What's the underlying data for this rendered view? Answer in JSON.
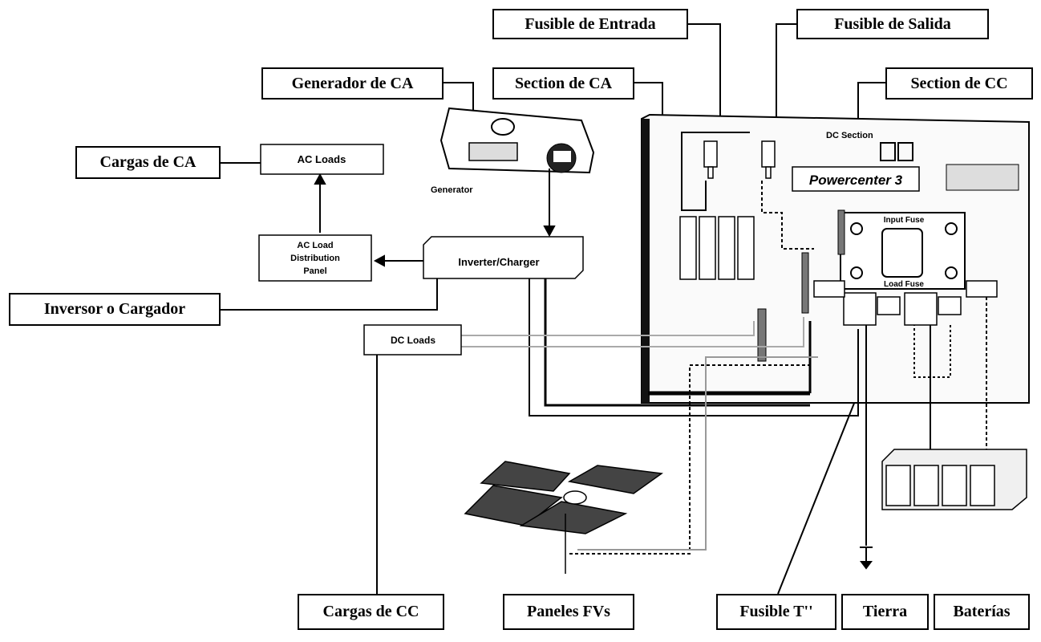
{
  "callouts": {
    "fusible_entrada": "Fusible de Entrada",
    "fusible_salida": "Fusible de Salida",
    "generador_ca": "Generador de CA",
    "section_ca": "Section de CA",
    "section_cc": "Section de CC",
    "cargas_ca": "Cargas de CA",
    "inversor_cargador": "Inversor o Cargador",
    "cargas_cc": "Cargas de CC",
    "paneles_fvs": "Paneles FVs",
    "fusible_t": "Fusible T''",
    "tierra": "Tierra",
    "baterias": "Baterías"
  },
  "components": {
    "ac_loads": "AC Loads",
    "ac_dist_1": "AC Load",
    "ac_dist_2": "Distribution",
    "ac_dist_3": "Panel",
    "inverter_charger": "Inverter/Charger",
    "dc_loads": "DC Loads",
    "generator": "Generator",
    "dc_section": "DC Section",
    "powercenter": "Powercenter 3",
    "input_fuse": "Input Fuse",
    "load_fuse": "Load Fuse"
  }
}
